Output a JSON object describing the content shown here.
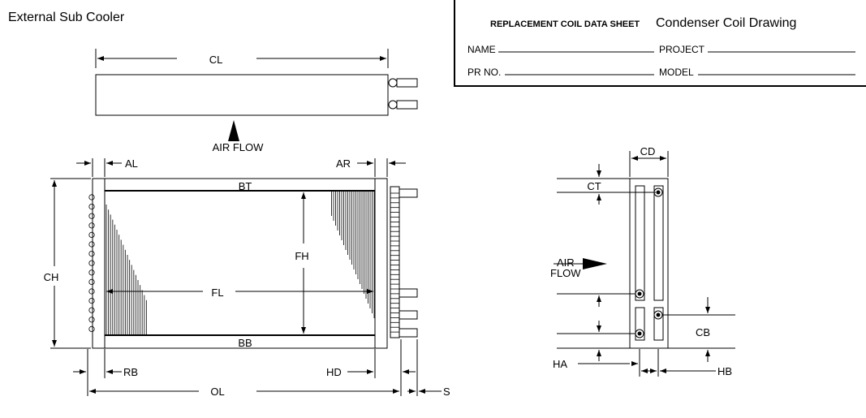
{
  "diagram": {
    "heading": "External Sub Cooler",
    "title_block": {
      "sheet_title": "REPLACEMENT COIL DATA SHEET",
      "drawing_title": "Condenser Coil Drawing",
      "fields": {
        "name": "NAME",
        "project": "PROJECT",
        "pr_no": "PR NO.",
        "model": "MODEL"
      }
    },
    "airflow_top": "AIR FLOW",
    "airflow_side": {
      "line1": "AIR",
      "line2": "FLOW"
    },
    "dims": {
      "cl": "CL",
      "al": "AL",
      "ar": "AR",
      "bt": "BT",
      "bb": "BB",
      "fh": "FH",
      "fl": "FL",
      "ch": "CH",
      "rb": "RB",
      "hd": "HD",
      "ol": "OL",
      "s": "S",
      "cd": "CD",
      "ct": "CT",
      "cb": "CB",
      "ha": "HA",
      "hb": "HB"
    }
  }
}
